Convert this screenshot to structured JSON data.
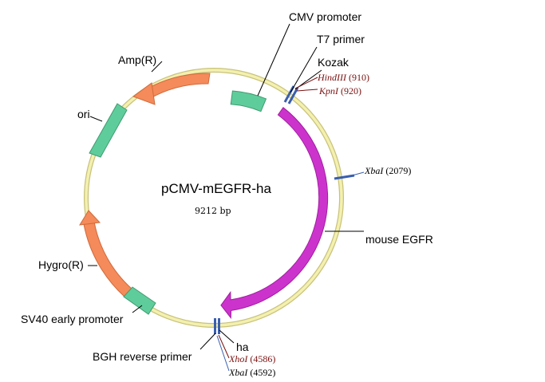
{
  "plasmid": {
    "name": "pCMV-mEGFR-ha",
    "size": "9212 bp"
  },
  "features": {
    "cmv_promoter": "CMV promoter",
    "t7_primer": "T7 primer",
    "kozak": "Kozak",
    "mouse_egfr": "mouse EGFR",
    "ha": "ha",
    "bgh_reverse_primer": "BGH reverse primer",
    "sv40_early_promoter": "SV40 early promoter",
    "hygro": "Hygro(R)",
    "ori": "ori",
    "amp": "Amp(R)"
  },
  "sites": {
    "hindiii": {
      "enzyme": "HindIII",
      "position": "(910)"
    },
    "kpni": {
      "enzyme": "KpnI",
      "position": "(920)"
    },
    "xbai_1": {
      "enzyme": "XbaI",
      "position": "(2079)"
    },
    "xhoi": {
      "enzyme": "XhoI",
      "position": "(4586)"
    },
    "xbai_2": {
      "enzyme": "XbaI",
      "position": "(4592)"
    }
  },
  "colors": {
    "backbone": "#f3f0b0",
    "backbone_edge": "#c9c27a",
    "promoter": "#5fcc9c",
    "egfr": "#cc33cc",
    "marker": "#f58a5a",
    "primer": "#3a5fae",
    "site_text": "#7a1010"
  }
}
